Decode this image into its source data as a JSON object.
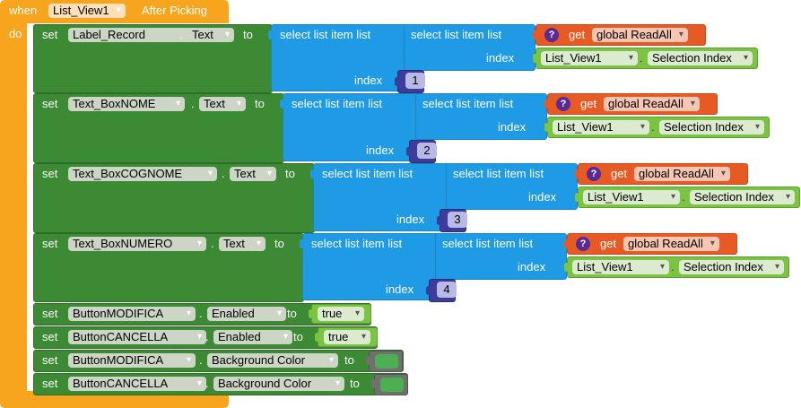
{
  "event": {
    "when": "when",
    "component": "List_View1",
    "event": "After Picking",
    "do": "do"
  },
  "kw": {
    "set": "set",
    "to": "to",
    "sli": "select list item  list",
    "index": "index",
    "get": "get",
    "dot": ".",
    "q": "?"
  },
  "rows": [
    {
      "comp": "Label_Record",
      "prop": "Text",
      "global": "global ReadAll",
      "lv": "List_View1",
      "si": "Selection Index",
      "idx": "1"
    },
    {
      "comp": "Text_BoxNOME",
      "prop": "Text",
      "global": "global ReadAll",
      "lv": "List_View1",
      "si": "Selection Index",
      "idx": "2"
    },
    {
      "comp": "Text_BoxCOGNOME",
      "prop": "Text",
      "global": "global ReadAll",
      "lv": "List_View1",
      "si": "Selection Index",
      "idx": "3"
    },
    {
      "comp": "Text_BoxNUMERO",
      "prop": "Text",
      "global": "global ReadAll",
      "lv": "List_View1",
      "si": "Selection Index",
      "idx": "4"
    }
  ],
  "simple": [
    {
      "comp": "ButtonMODIFICA",
      "prop": "Enabled",
      "value": "true"
    },
    {
      "comp": "ButtonCANCELLA",
      "prop": "Enabled",
      "value": "true"
    },
    {
      "comp": "ButtonMODIFICA",
      "prop": "Background Color",
      "color": "#4caf50"
    },
    {
      "comp": "ButtonCANCELLA",
      "prop": "Background Color",
      "color": "#4caf50"
    }
  ],
  "colors": {
    "event": "#f7a51f",
    "set": "#3c8a34",
    "list": "#1f9be5",
    "get": "#e85a24",
    "component": "#7bc442",
    "math": "#3c3c9a",
    "color_swatch": "#4caf50"
  }
}
